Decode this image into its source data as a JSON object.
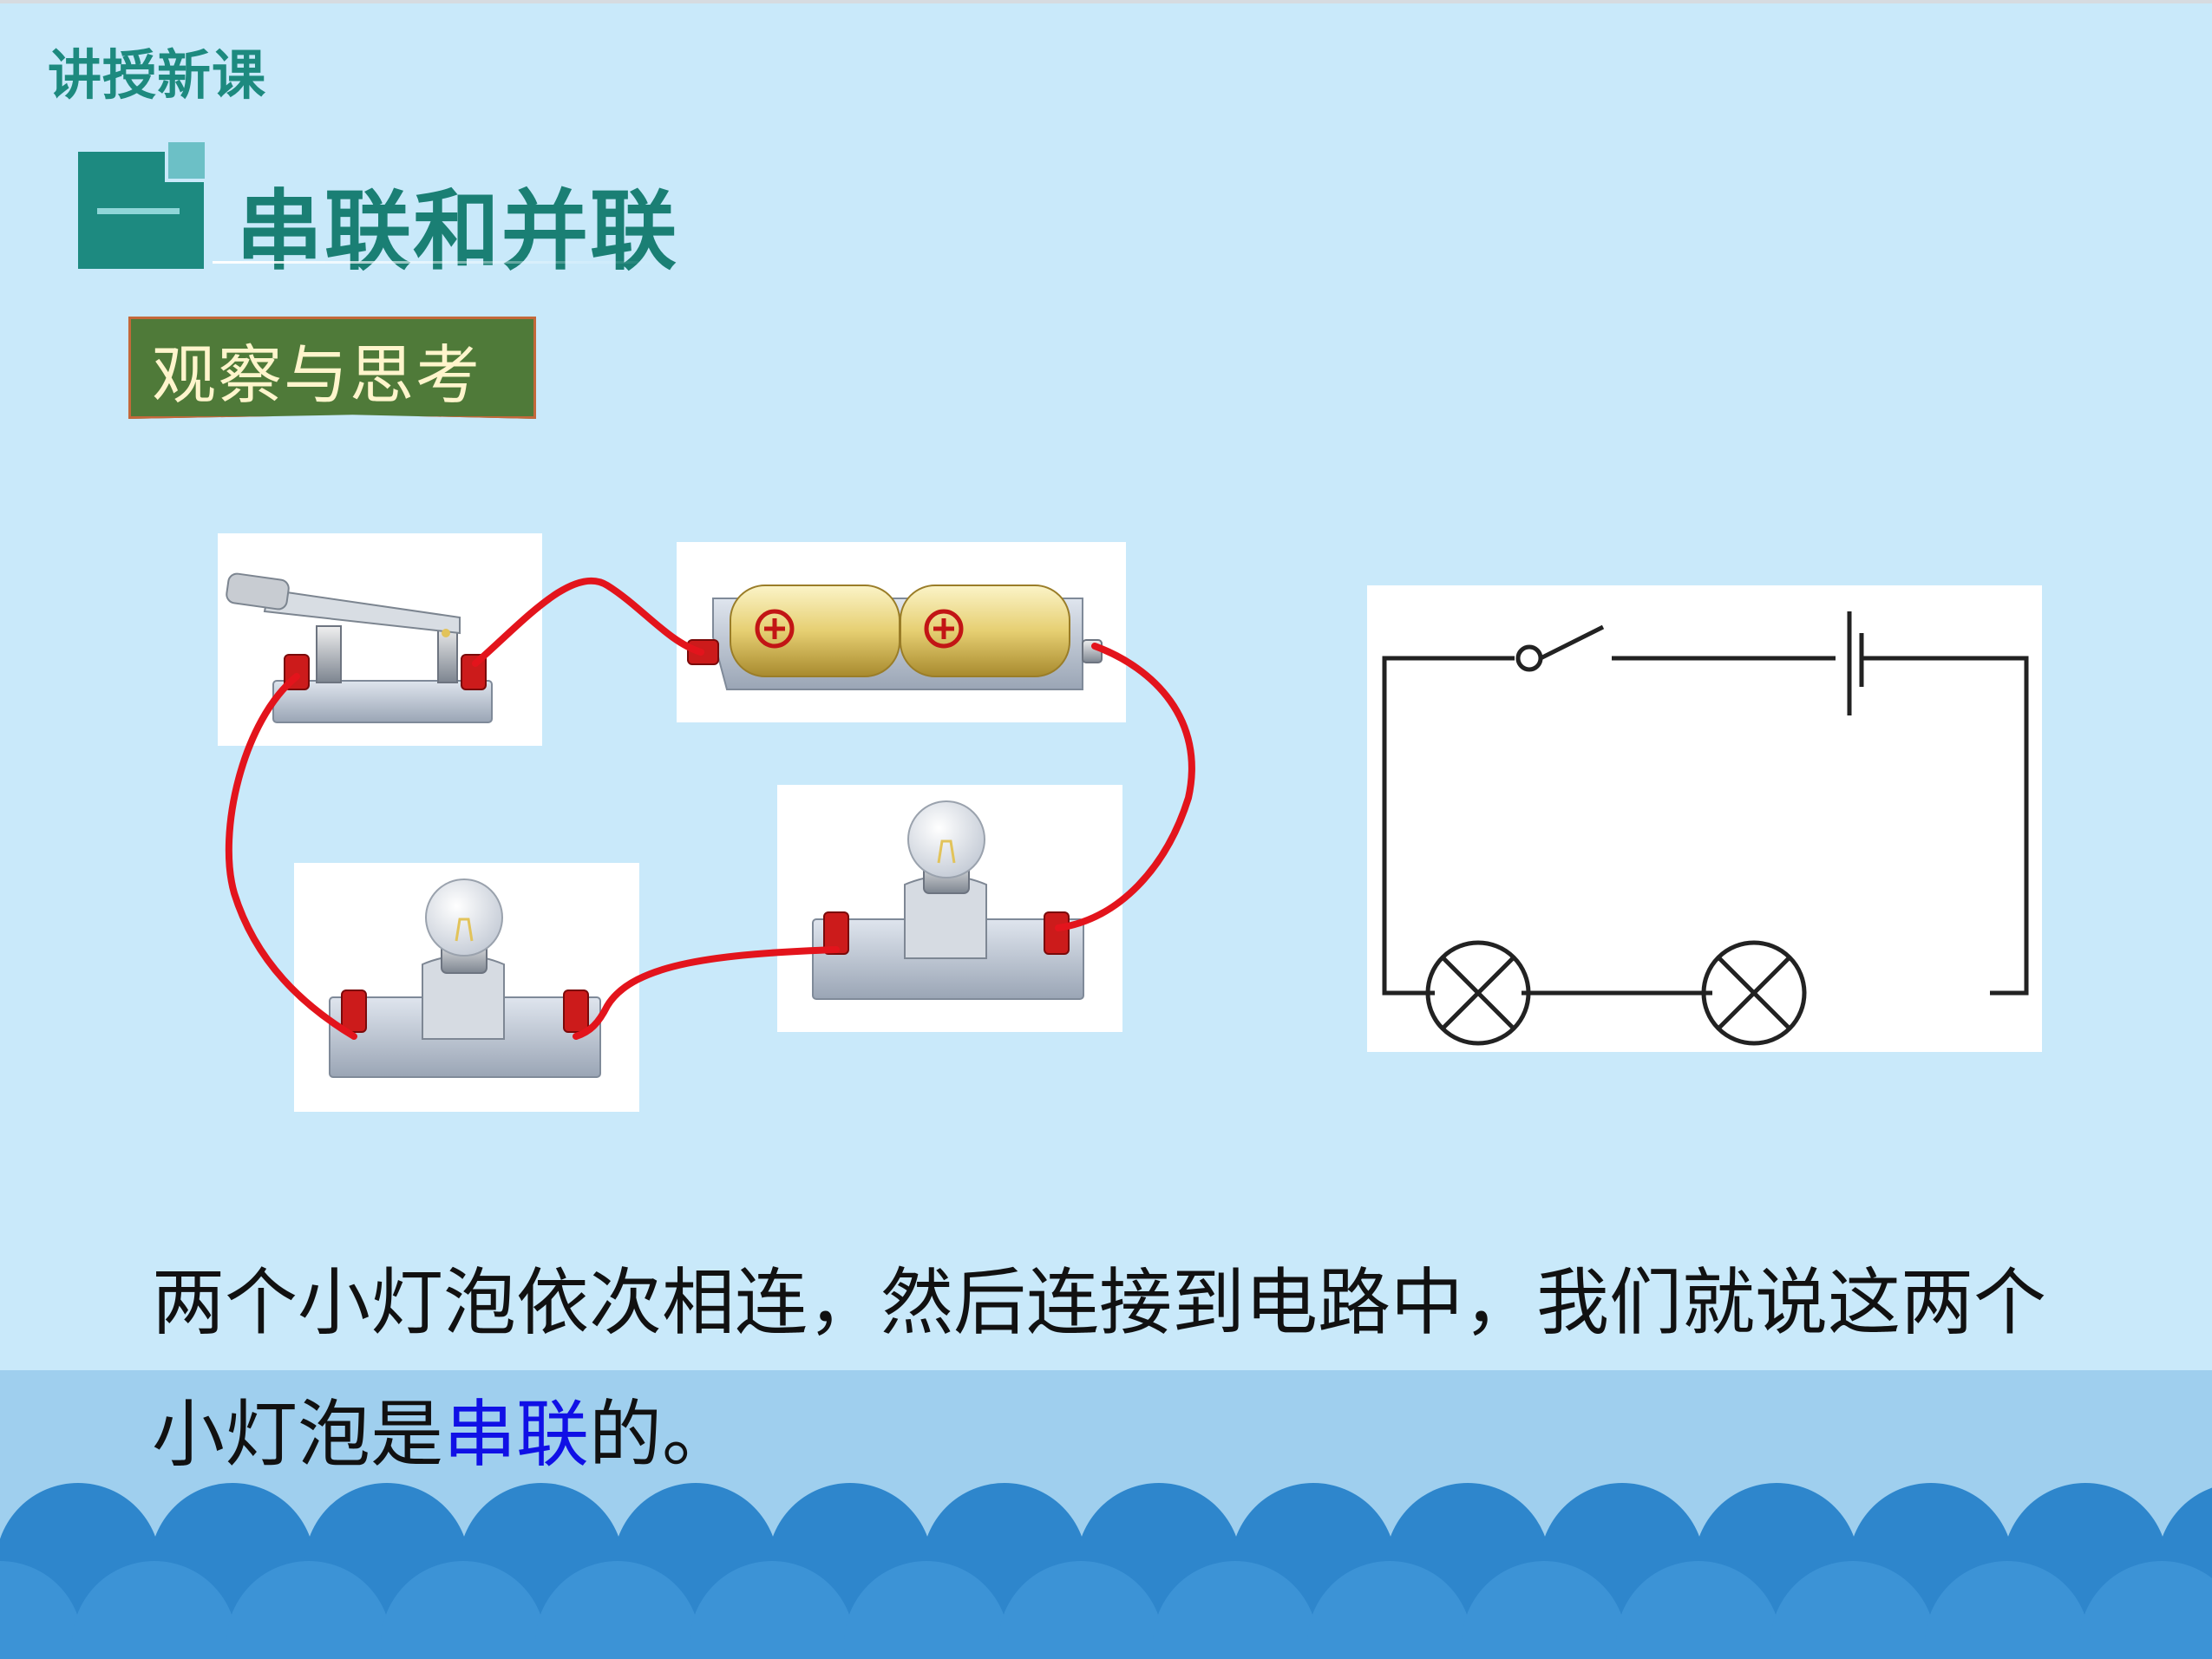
{
  "slide": {
    "section_label": "讲授新课",
    "heading": "串联和并联",
    "observe_label": "观察与思考",
    "paragraph": {
      "line1": "两个小灯泡依次相连，然后连接到电路中，我们就说这两个",
      "line2_before": "小灯泡是",
      "line2_highlight": "串联",
      "line2_after": "的。"
    }
  },
  "colors": {
    "background": "#c9e9fa",
    "section_label": "#1d8a7f",
    "heading": "#1a7f74",
    "observe_box": "#4f7a39",
    "highlight": "#1010e6",
    "wire": "#e3141c",
    "wave": "#2e86cc"
  },
  "icons": {
    "knife-switch": "switch",
    "battery-pack": "battery",
    "bulb-left": "bulb",
    "bulb-right": "bulb"
  }
}
